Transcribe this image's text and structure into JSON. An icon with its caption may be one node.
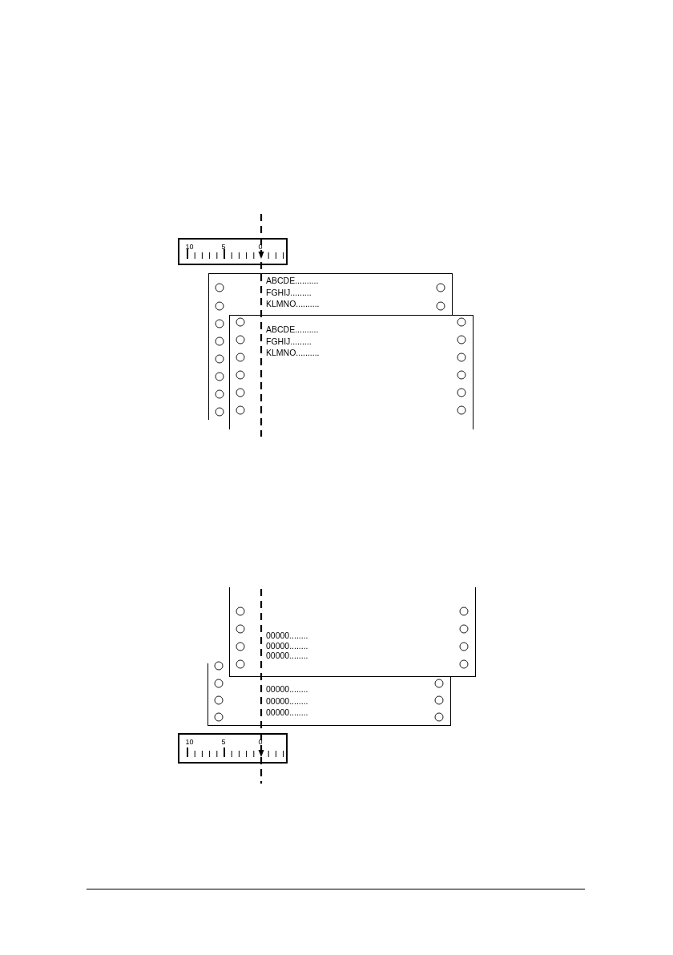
{
  "diagram": {
    "nodes": [
      {
        "text": [
          "10",
          "5",
          "0"
        ]
      },
      {
        "text": [
          "ABCDE..........",
          "FGHIJ.........",
          "KLMNO.........."
        ]
      },
      {
        "text": [
          "ABCDE..........",
          "FGHIJ.........",
          "KLMNO.........."
        ]
      },
      {
        "text": [
          "00000........",
          "00000........",
          "00000........"
        ]
      },
      {
        "text": [
          "00000........",
          "00000........",
          "00000........"
        ]
      },
      {
        "text": [
          "10",
          "5",
          "0"
        ]
      }
    ]
  }
}
